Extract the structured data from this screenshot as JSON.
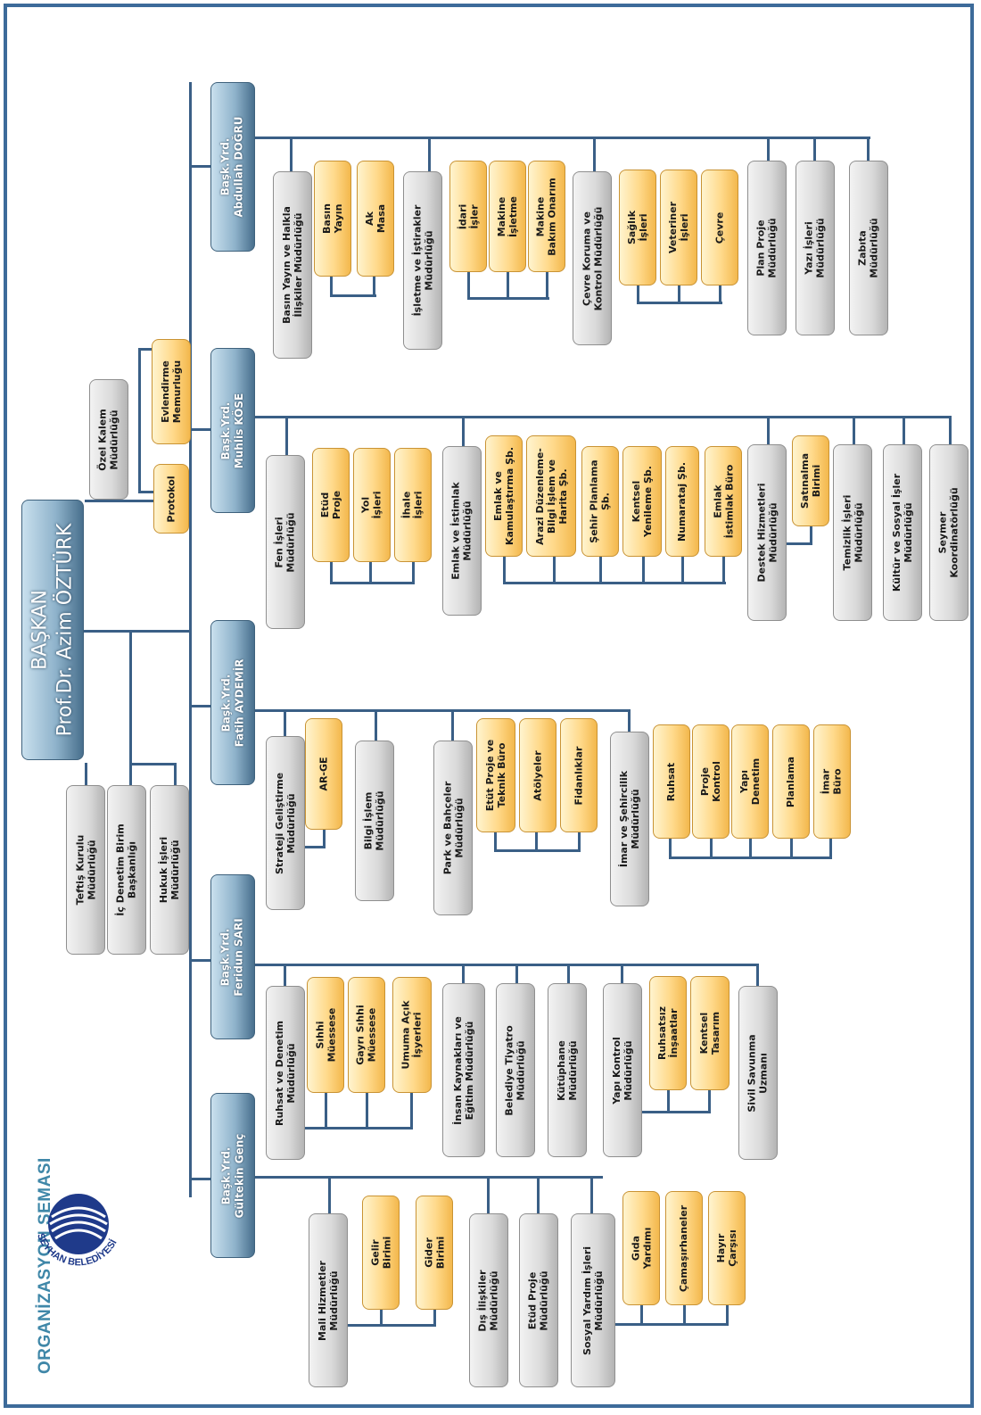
{
  "title": "ORGANİZASYON ŞEMASI",
  "logo": {
    "text": "SEYHAN BELEDİYESİ",
    "color": "#1f3a8a"
  },
  "colors": {
    "frame": "#3d6b9a",
    "line": "#3a5f86",
    "gray_box": "#d9d9d9",
    "orange_box": "#ffd98a",
    "blue_box": "#8fb3cb",
    "title": "#3f87a8"
  },
  "president": "BAŞKAN\nProf.Dr. Azim ÖZTÜRK",
  "staff": {
    "ozel_kalem": "Özel Kalem\nMüdürlüğü",
    "protokol": "Protokol",
    "evlendirme": "Evlendirme\nMemurluğu",
    "teftis": "Teftiş Kurulu\nMüdürlüğü",
    "ic_denetim": "İç Denetim Birim\nBaşkanlığı",
    "hukuk": "Hukuk İşleri\nMüdürlüğü"
  },
  "deputies": [
    "Başk.Yrd.\nAbdullah DOĞRU",
    "Başk.Yrd.\nMuhlis KÖSE",
    "Başk.Yrd.\nFatih AYDEMİR",
    "Başk.Yrd.\nFeridun SARI",
    "Başk.Yrd.\nGültekin Genç"
  ],
  "units": {
    "basin_yayin": "Basın Yayın ve Halkla\nİlişkiler Müdürlüğü",
    "basin": "Basın\nYayın",
    "ak_masa": "Ak\nMasa",
    "isletme": "İşletme ve İştirakler\nMüdürlüğü",
    "idari": "İdari\nİşler",
    "makine_isletme": "Makine\nİşletme",
    "makine_bakim": "Makine\nBakım Onarım",
    "cevre_koruma": "Çevre Koruma ve\nKontrol Müdürlüğü",
    "saglik": "Sağlık\nİşleri",
    "veteriner": "Veteriner\nİşleri",
    "cevre": "Çevre",
    "plan_proje": "Plan Proje\nMüdürlüğü",
    "yazi_isleri": "Yazı İşleri\nMüdürlüğü",
    "zabita": "Zabıta\nMüdürlüğü",
    "fen_isleri": "Fen İşleri\nMüdürlüğü",
    "etud_proje": "Etüd\nProje",
    "yol_isleri": "Yol\nİşleri",
    "ihale_isleri": "İhale\nİşleri",
    "emlak_istimlak": "Emlak ve İstimlak\nMüdürlüğü",
    "emlak_kamulastirma": "Emlak ve\nKamulaştırma Şb.",
    "arazi": "Arazi Düzenleme-\nBilgi İşlem ve\nHarita Şb.",
    "sehir_planlama": "Şehir Planlama\nŞb.",
    "kentsel_yenileme": "Kentsel\nYenileme Şb.",
    "numarataj": "Numarataj Şb.",
    "emlak_istimlak_buro": "Emlak\nİstimlak Büro",
    "destek": "Destek Hizmetleri\nMüdürlüğü",
    "satinalma": "Satınalma\nBirimi",
    "temizlik": "Temizlik İşleri\nMüdürlüğü",
    "kultur": "Kültür ve Sosyal İşler\nMüdürlüğü",
    "seymer": "Seymer\nKoordinatörlüğü",
    "strateji": "Strateji Geliştirme\nMüdürlüğü",
    "arge": "AR-GE",
    "bilgi_islem": "Bilgi İşlem\nMüdürlüğü",
    "park": "Park ve Bahçeler\nMüdürlüğü",
    "etut_teknik": "Etüt Proje ve\nTeknik Büro",
    "atolyeler": "Atölyeler",
    "fidanliklar": "Fidanlıklar",
    "imar": "İmar ve Şehircilik\nMüdürlüğü",
    "ruhsat": "Ruhsat",
    "proje_kontrol": "Proje\nKontrol",
    "yapi_denetim": "Yapı\nDenetim",
    "planlama": "Planlama",
    "imar_buro": "İmar\nBüro",
    "ruhsat_denetim": "Ruhsat ve Denetim\nMüdürlüğü",
    "sihhi": "Sıhhi\nMüessese",
    "gayri_sihhi": "Gayrı Sıhhi\nMüessese",
    "umuma_acik": "Umuma Açık\nİşyerleri",
    "insan_kaynaklari": "İnsan Kaynakları ve\nEğitim Müdürlüğü",
    "tiyatro": "Belediye Tiyatro\nMüdürlüğü",
    "kutuphane": "Kütüphane\nMüdürlüğü",
    "yapi_kontrol": "Yapı Kontrol\nMüdürlüğü",
    "ruhsatsiz": "Ruhsatsız\nİnşaatlar",
    "kentsel_tasarim": "Kentsel\nTasarım",
    "sivil_savunma": "Sivil Savunma\nUzmanı",
    "mali": "Mali Hizmetler\nMüdürlüğü",
    "gelir": "Gelir\nBirimi",
    "gider": "Gider\nBirimi",
    "dis_iliskiler": "Dış İlişkiler\nMüdürlüğü",
    "etud_proje_md": "Etüd Proje\nMüdürlüğü",
    "sosyal_yardim": "Sosyal Yardım İşleri\nMüdürlüğü",
    "gida": "Gıda\nYardımı",
    "camasirhaneler": "Çamaşırhaneler",
    "hayir": "Hayır\nÇarşısı"
  }
}
